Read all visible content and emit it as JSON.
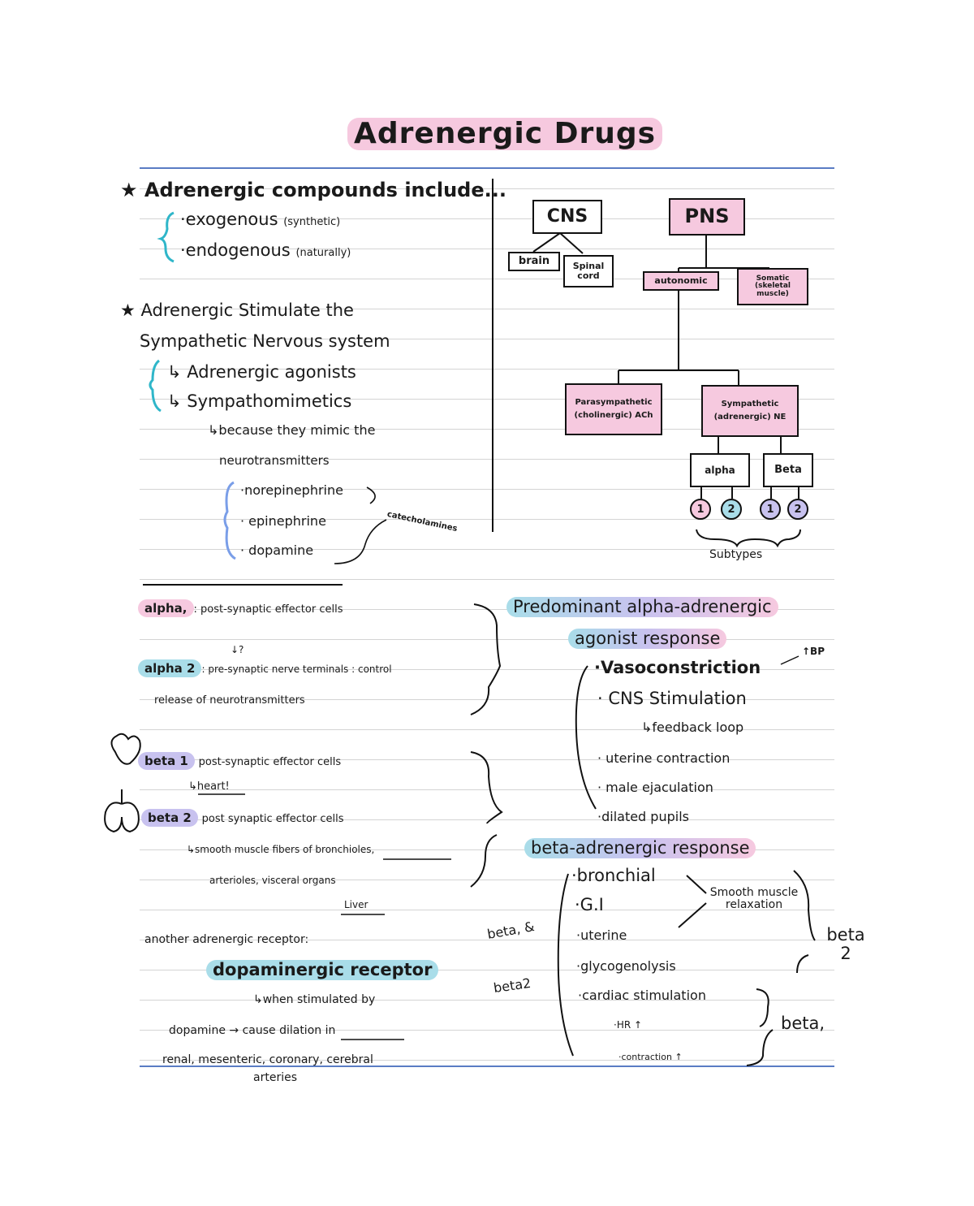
{
  "title": "Adrenergic Drugs",
  "compounds": {
    "heading": "Adrenergic compounds include...",
    "items": [
      "·exogenous",
      "·endogenous"
    ],
    "notes": [
      "(synthetic)",
      "(naturally)"
    ]
  },
  "stimulate": {
    "line1": "Adrenergic Stimulate the",
    "line2": "Sympathetic Nervous system",
    "agonists": "↳ Adrenergic agonists",
    "sympathomimetics": "↳ Sympathomimetics",
    "because": "↳because they mimic the",
    "neurotransmitters": "neurotransmitters",
    "nts": [
      "·norepinephrine",
      "· epinephrine",
      "· dopamine"
    ],
    "catecholamines": "catecholamines"
  },
  "diagram": {
    "cns": "CNS",
    "pns": "PNS",
    "brain": "brain",
    "spinal_cord": "Spinal cord",
    "autonomic": "autonomic",
    "somatic": "Somatic (skeletal muscle)",
    "parasympathetic": "Parasympathetic",
    "parasympathetic_sub": "(cholinergic) ACh",
    "sympathetic": "Sympathetic",
    "sympathetic_sub": "(adrenergic) NE",
    "alpha": "alpha",
    "beta": "Beta",
    "subtype_numbers": [
      "1",
      "2",
      "1",
      "2"
    ],
    "subtypes": "Subtypes"
  },
  "receptors": {
    "alpha1_label": "alpha,",
    "alpha1_text": ": post-synaptic effector cells",
    "alpha2_label": "alpha 2",
    "alpha2_text": ": pre-synaptic nerve terminals : control",
    "alpha2_text2": "release of neurotransmitters",
    "alpha2_note": "↓?",
    "beta1_label": "beta 1",
    "beta1_text": "post-synaptic effector cells",
    "beta1_note": "↳heart!",
    "beta2_label": "beta 2",
    "beta2_text": "post synaptic effector cells",
    "beta2_note": "↳smooth muscle fibers of bronchioles,",
    "beta2_note2": "arterioles, visceral organs",
    "beta2_liver": "Liver",
    "another": "another adrenergic receptor:",
    "dopaminergic": "dopaminergic receptor",
    "when": "↳when stimulated by",
    "dopamine_line": "dopamine → cause dilation in",
    "arteries_line": "renal, mesenteric, coronary, cerebral",
    "arteries": "arteries"
  },
  "alpha_response": {
    "heading1": "Predominant alpha-adrenergic",
    "heading2": "agonist response",
    "items": [
      "·Vasoconstriction",
      "· CNS Stimulation",
      "· uterine contraction",
      "· male ejaculation",
      "·dilated pupils"
    ],
    "bp_note": "↑BP",
    "feedback": "↳feedback loop"
  },
  "beta_response": {
    "heading": "beta-adrenergic response",
    "items": [
      "·bronchial",
      "·G.I",
      "·uterine",
      "·glycogenolysis",
      "·cardiac stimulation"
    ],
    "smooth": "Smooth muscle relaxation",
    "hr": "·HR ↑",
    "contraction": "·contraction ↑",
    "beta2_side": "beta 2",
    "beta1_side": "beta,",
    "left_beta1": "beta, &",
    "left_beta2": "beta2"
  },
  "colors": {
    "pink": "#f6c9df",
    "blue": "#a9dde9",
    "purple": "#c8c2ef",
    "rule": "#5a7cc4"
  }
}
